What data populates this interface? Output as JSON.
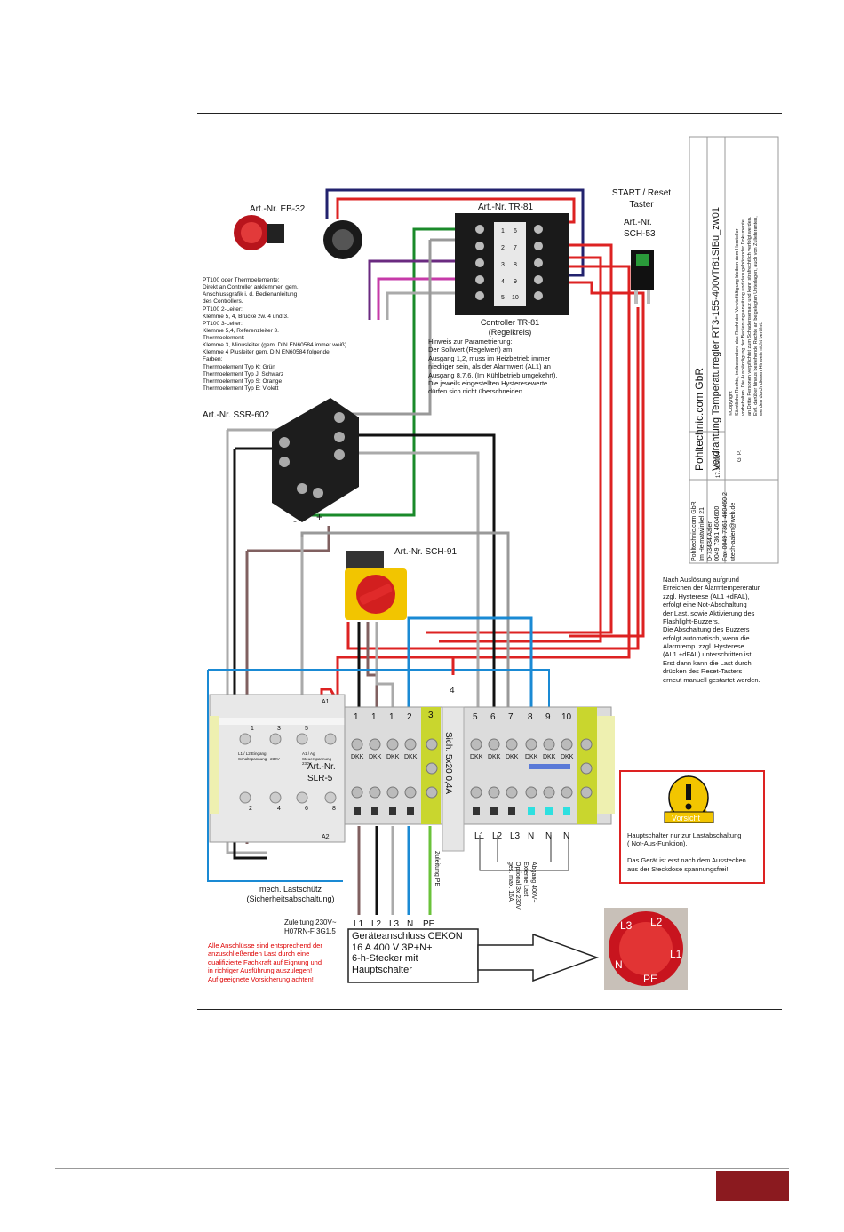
{
  "labels": {
    "eb32": "Art.-Nr. EB-32",
    "tr81": "Art.-Nr. TR-81",
    "start_reset": "START / Reset\nTaster",
    "sch53": "Art.-Nr.\nSCH-53",
    "controller": "Controller TR-81\n(Regelkreis)",
    "ssr602": "Art.-Nr. SSR-602",
    "sch91": "Art.-Nr. SCH-91",
    "slr5": "Art.-Nr.\nSLR-5",
    "lastschuetz": "mech. Lastschütz\n(Sicherheitsabschaltung)",
    "zuleitung": "Zuleitung 230V~\nH07RN-F 3G1,5",
    "zuleitung_pe": "Zuleitung PE",
    "fuse": "Sich. 5x20 0,4A",
    "abgang": "Abgang 400V~\nExterne Last\nOptional 3x 230V\nges. max. 16A",
    "cekon": "Geräteanschluss CEKON\n16 A 400 V 3P+N+\n6-h-Stecker mit\nHauptschalter",
    "vorsicht": "Vorsicht",
    "plus": "+",
    "minus": "-"
  },
  "notes": {
    "pt100": "PT100 oder Thermoelemente:\nDirekt an Controller anklemmen gem.\nAnschlussgrafik i. d. Bedienanleitung\ndes Controllers.\nPT100 2-Leiter:\nKlemme 5, 4, Brücke zw. 4 und 3.\nPT100 3-Leiter:\nKlemme 5,4, Referenzleiter 3.\nThermoelement:\nKlemme 3, Minusleiter (gem. DIN EN60584 immer weiß)\nKlemme 4 Plusleiter gem. DIN EN60584 folgende\nFarben:\nThermoelement Typ K: Grün\nThermoelement Typ J: Schwarz\nThermoelement Typ S: Orange\nThermoelement Typ E: Violett",
    "param": "Hinweis zur Parametrierung:\nDer Sollwert (Regelwert) am\nAusgang 1,2, muss im Heizbetrieb immer\nniedriger sein, als der Alarmwert (AL1) an\nAusgang 8,7,6. (Im Kühlbetrieb umgekehrt).\nDie jeweils eingestellten Hysteresewerte\ndürfen sich nicht überschneiden.",
    "alarm": "Nach Auslösung aufgrund\nErreichen der Alarmtempereratur\nzzgl. Hysterese (AL1 +dFAL),\nerfolgt eine Not-Abschaltung\nder Last, sowie Aktivierung des\nFlashlight-Buzzers.\nDie Abschaltung des Buzzers\nerfolgt automatisch, wenn die\nAlarmtemp. zzgl. Hysterese\n(AL1 +dFAL) unterschritten ist.\nErst dann kann die Last durch\ndrücken des Reset-Tasters\nerneut manuell gestartet werden.",
    "warning": "Hauptschalter nur zur Lastabschaltung\n( Not-Aus-Funktion).\n\nDas Gerät ist erst nach dem Ausstecken\naus der Steckdose spannungsfrei!",
    "red_note": "Alle Anschlüsse sind entsprechend der\nanzuschließenden Last durch eine\nqualifizierte Fachkraft auf Eignung und\nin richtiger Ausführung auszulegen!\nAuf geeignete Vorsicherung achten!"
  },
  "title_block": {
    "company": "Pohltechnic.com GbR",
    "title": "Verdrahtung Temperaturregler RT3-155-400vTr81SiBu_zw01",
    "date": "17.11.2014",
    "author": "G. P.",
    "address": "Pohltechnic.com GbR\nIm Heimatwinkel 21\nD-73434 Aalen\n0049 7361 4604600\nFax 0049 7361 460460 2\nutech-aalen@web.de",
    "copyright": "©Copyright\nSämtliche Rechte, insbesondere das Recht der Vervielfältigung bleiben dem Hersteller\nvorbehalten. Die Aushändigung der Bedienungsanleitung und dazugehörender Dokumente\nan Dritte Personen verpflichtet zum Schadensersatz und kann strafrechtlich verfolgt werden.\nEvtl. darüber hinaus bestehende Rechte an beigelegten Unterlagen, auch von Zulieferanten,\nwerden durch diesen Hinweis nicht berührt."
  },
  "terminals": {
    "top": [
      "1",
      "1",
      "1",
      "2",
      "3",
      "4",
      "5",
      "6",
      "7",
      "8",
      "9",
      "10"
    ],
    "bottom": [
      "L1",
      "L2",
      "L3",
      "N",
      "N",
      "N"
    ],
    "dkk": "DKK",
    "supply": [
      "L1",
      "L2",
      "L3",
      "N",
      "PE"
    ]
  },
  "contactor": {
    "top": [
      "1",
      "3",
      "5",
      "A1"
    ],
    "bottom": [
      "2",
      "4",
      "6",
      "8",
      "A2"
    ],
    "text1": "L1 / L2 Eingang\nSchaltspannung ~230V",
    "text2": "A1 / Ag\nSteuerspannung 230V"
  },
  "controller_terms": {
    "left": [
      "1",
      "2",
      "3",
      "4",
      "5"
    ],
    "right": [
      "6",
      "7",
      "8",
      "9",
      "10"
    ]
  },
  "plug": {
    "pins": [
      "L3",
      "L2",
      "L1",
      "N",
      "PE"
    ]
  }
}
